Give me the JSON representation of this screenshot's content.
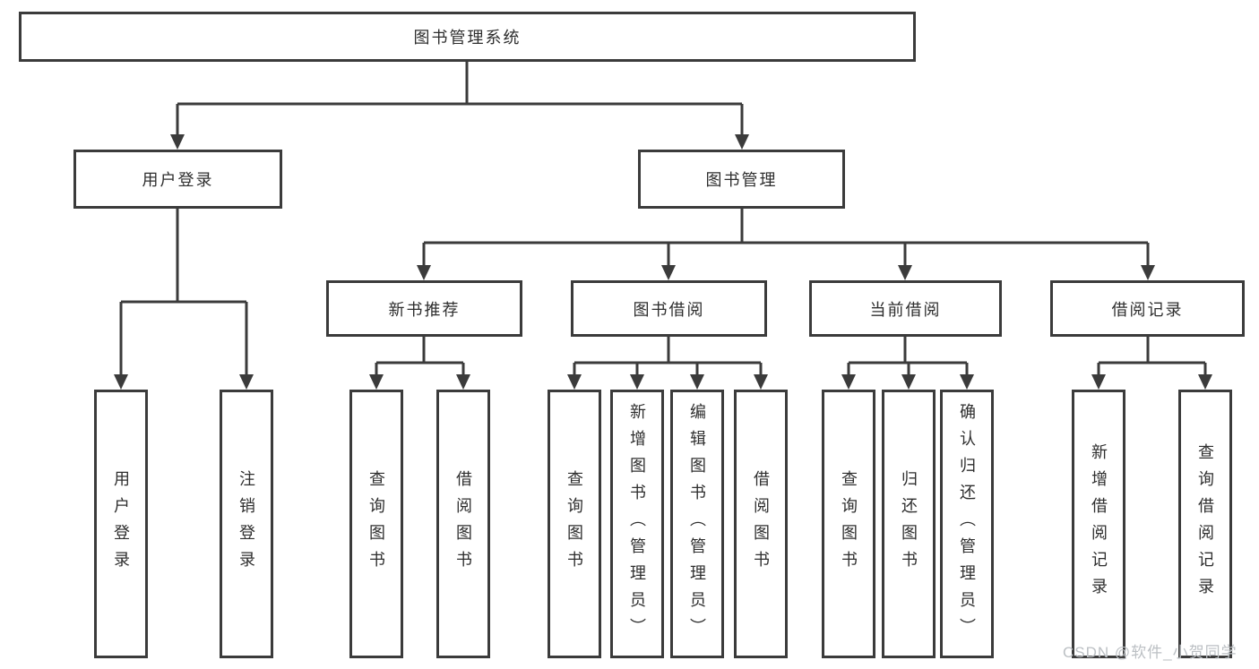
{
  "tree": {
    "label": "图书管理系统",
    "children": [
      {
        "label": "用户登录",
        "children": [
          {
            "label": "用户登录"
          },
          {
            "label": "注销登录"
          }
        ]
      },
      {
        "label": "图书管理",
        "children": [
          {
            "label": "新书推荐",
            "children": [
              {
                "label": "查询图书"
              },
              {
                "label": "借阅图书"
              }
            ]
          },
          {
            "label": "图书借阅",
            "children": [
              {
                "label": "查询图书"
              },
              {
                "label": "新增图书（管理员）"
              },
              {
                "label": "编辑图书（管理员）"
              },
              {
                "label": "借阅图书"
              }
            ]
          },
          {
            "label": "当前借阅",
            "children": [
              {
                "label": "查询图书"
              },
              {
                "label": "归还图书"
              },
              {
                "label": "确认归还（管理员）"
              }
            ]
          },
          {
            "label": "借阅记录",
            "children": [
              {
                "label": "新增借阅记录"
              },
              {
                "label": "查询借阅记录"
              }
            ]
          }
        ]
      }
    ]
  },
  "watermark": {
    "text": "CSDN @软件_小贺同学"
  },
  "colors": {
    "line": "#3b3b3b",
    "text": "#2e2e2e",
    "watermark": "#bcc0c4",
    "background": "#ffffff"
  }
}
